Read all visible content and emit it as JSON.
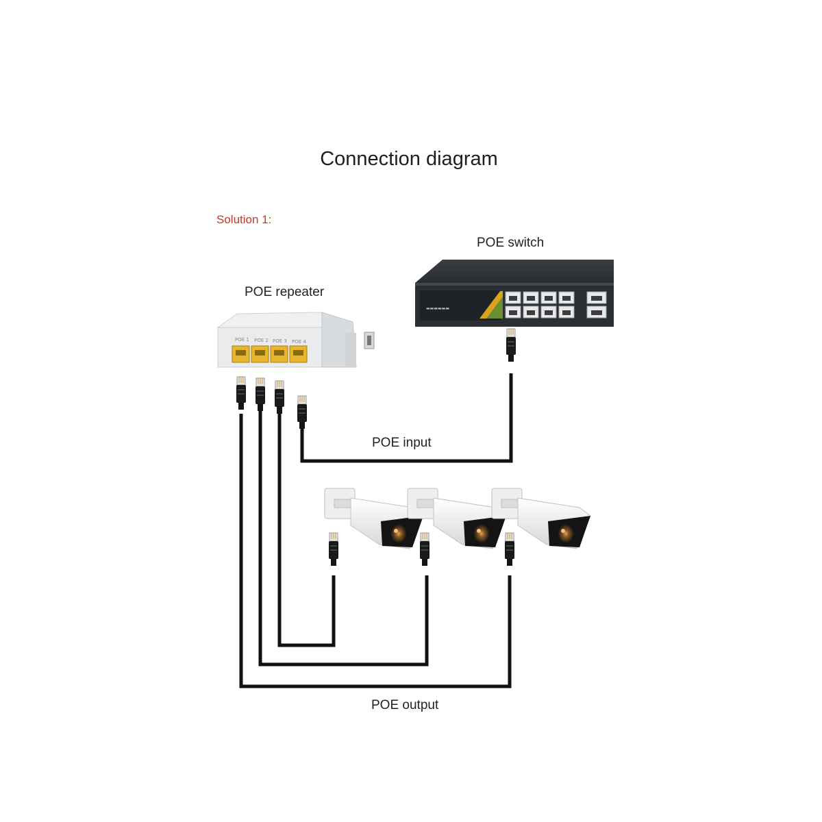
{
  "title": "Connection diagram",
  "solution_label": "Solution 1:",
  "labels": {
    "poe_switch": "POE switch",
    "poe_repeater": "POE repeater",
    "poe_input": "POE input",
    "poe_output": "POE output"
  },
  "repeater_ports": [
    "POE 1",
    "POE 2",
    "POE 3",
    "POE 4"
  ],
  "colors": {
    "solution_label": "#c0392b",
    "port_yellow": "#e8b62a",
    "cable": "#111111",
    "switch_body": "#26292d"
  }
}
